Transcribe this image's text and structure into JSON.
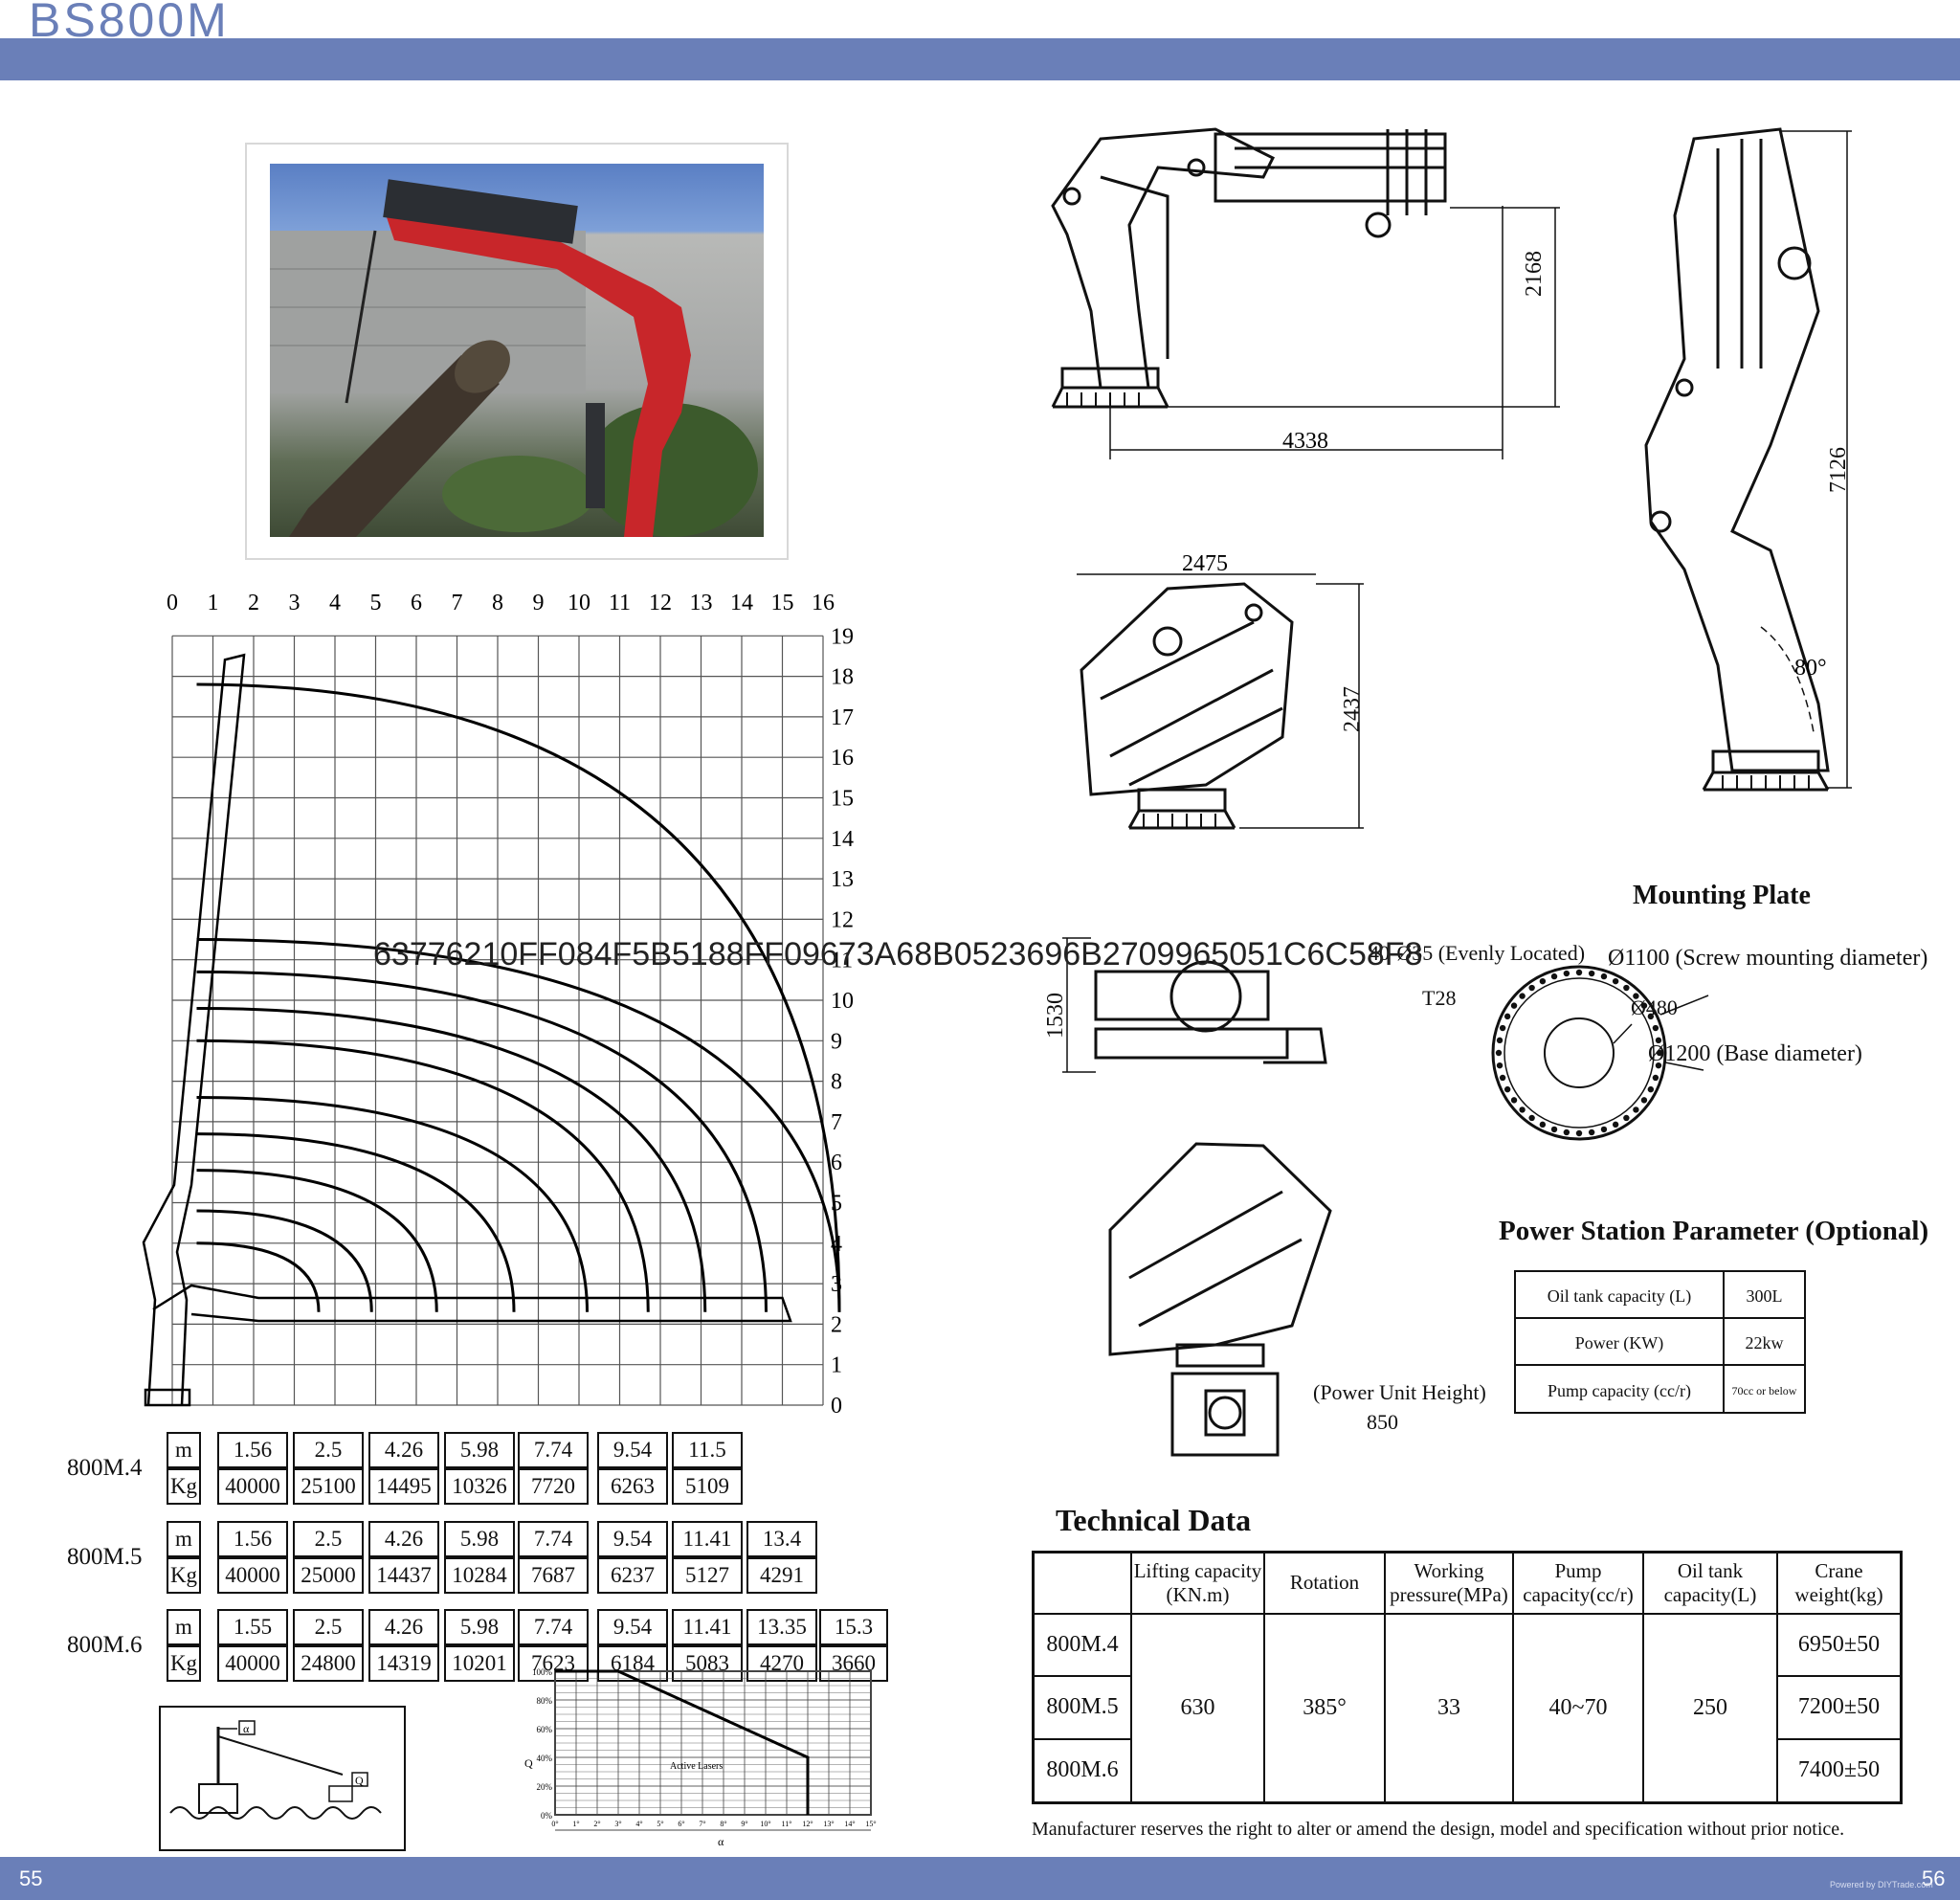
{
  "header": {
    "title": "BS800M"
  },
  "footer": {
    "page_left": "55",
    "page_right": "56",
    "powered": "Powered by DIYTrade.com"
  },
  "watermark": "63776210FF084F5B5188FF09673A68B0523696B2709965051C6C58F8",
  "load_chart": {
    "top_ticks": [
      "0",
      "1",
      "2",
      "3",
      "4",
      "5",
      "6",
      "7",
      "8",
      "9",
      "10",
      "11",
      "12",
      "13",
      "14",
      "15",
      "16"
    ],
    "right_ticks": [
      "19",
      "18",
      "17",
      "16",
      "15",
      "14",
      "13",
      "12",
      "11",
      "10",
      "9",
      "8",
      "7",
      "6",
      "5",
      "4",
      "3",
      "2",
      "1",
      "0"
    ]
  },
  "load_tables": [
    {
      "model": "800M.4",
      "unit_m": "m",
      "unit_kg": "Kg",
      "m": [
        "1.56",
        "2.5",
        "4.26",
        "5.98",
        "7.74",
        "9.54",
        "11.5"
      ],
      "kg": [
        "40000",
        "25100",
        "14495",
        "10326",
        "7720",
        "6263",
        "5109"
      ]
    },
    {
      "model": "800M.5",
      "unit_m": "m",
      "unit_kg": "Kg",
      "m": [
        "1.56",
        "2.5",
        "4.26",
        "5.98",
        "7.74",
        "9.54",
        "11.41",
        "13.4"
      ],
      "kg": [
        "40000",
        "25000",
        "14437",
        "10284",
        "7687",
        "6237",
        "5127",
        "4291"
      ]
    },
    {
      "model": "800M.6",
      "unit_m": "m",
      "unit_kg": "Kg",
      "m": [
        "1.55",
        "2.5",
        "4.26",
        "5.98",
        "7.74",
        "9.54",
        "11.41",
        "13.35",
        "15.3"
      ],
      "kg": [
        "40000",
        "24800",
        "14319",
        "10201",
        "7623",
        "6184",
        "5083",
        "4270",
        "3660"
      ]
    }
  ],
  "sketch": {
    "alpha": "α",
    "q": "Q"
  },
  "derating": {
    "y_ticks": [
      "100%",
      "80%",
      "60%",
      "40%",
      "20%",
      "0%"
    ],
    "x_ticks": [
      "0°",
      "1°",
      "2°",
      "3°",
      "4°",
      "5°",
      "6°",
      "7°",
      "8°",
      "9°",
      "10°",
      "11°",
      "12°",
      "13°",
      "14°",
      "15°"
    ],
    "y_label": "Q",
    "x_label": "α",
    "note": "Active Lasers"
  },
  "dimensions": {
    "d4338": "4338",
    "d2168": "2168",
    "d2475": "2475",
    "d2437": "2437",
    "d7126": "7126",
    "angle": "80°",
    "d1530": "1530",
    "power_unit_height": "(Power Unit Height)",
    "d850": "850"
  },
  "mounting_plate": {
    "title": "Mounting Plate",
    "bolts": "40-Ø35 (Evenly Located)",
    "screw_dia": "Ø1100 (Screw mounting diameter)",
    "t28": "T28",
    "d480": "Ø480",
    "base_dia": "Ø1200 (Base diameter)"
  },
  "power_station": {
    "title": "Power Station Parameter (Optional)",
    "rows": [
      {
        "label": "Oil tank capacity (L)",
        "value": "300L"
      },
      {
        "label": "Power (KW)",
        "value": "22kw"
      },
      {
        "label": "Pump capacity (cc/r)",
        "value": "70cc or below"
      }
    ]
  },
  "technical": {
    "title": "Technical Data",
    "headers": {
      "lifting": "Lifting capacity (KN.m)",
      "rotation": "Rotation",
      "working": "Working pressure(MPa)",
      "pump": "Pump capacity(cc/r)",
      "oil": "Oil tank capacity(L)",
      "weight": "Crane weight(kg)"
    },
    "models": [
      "800M.4",
      "800M.5",
      "800M.6"
    ],
    "lifting": "630",
    "rotation": "385°",
    "working": "33",
    "pump": "40~70",
    "oil": "250",
    "weights": [
      "6950±50",
      "7200±50",
      "7400±50"
    ],
    "footnote": "Manufacturer reserves the right to alter or amend the design, model and specification without prior notice."
  }
}
